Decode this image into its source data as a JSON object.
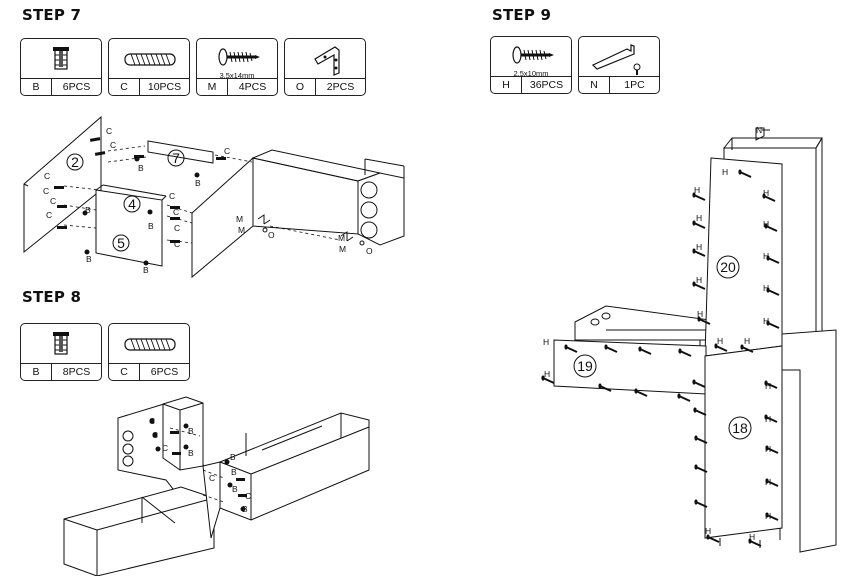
{
  "steps": [
    {
      "title": "STEP 7",
      "parts": [
        {
          "code": "B",
          "qty": "6PCS",
          "icon": "cam-lock-icon"
        },
        {
          "code": "C",
          "qty": "10PCS",
          "icon": "wood-dowel-icon"
        },
        {
          "code": "M",
          "qty": "4PCS",
          "icon": "screw-icon",
          "size": "3.5x14mm"
        },
        {
          "code": "O",
          "qty": "2PCS",
          "icon": "angle-bracket-icon"
        }
      ]
    },
    {
      "title": "STEP 8",
      "parts": [
        {
          "code": "B",
          "qty": "8PCS",
          "icon": "cam-lock-icon"
        },
        {
          "code": "C",
          "qty": "6PCS",
          "icon": "wood-dowel-icon"
        }
      ]
    },
    {
      "title": "STEP 9",
      "parts": [
        {
          "code": "H",
          "qty": "36PCS",
          "icon": "screw-icon",
          "size": "2.5x10mm"
        },
        {
          "code": "N",
          "qty": "1PC",
          "icon": "hanger-bracket-icon"
        }
      ]
    }
  ],
  "panel_numbers": {
    "p2": "2",
    "p4": "4",
    "p5": "5",
    "p7": "7",
    "p18": "18",
    "p19": "19",
    "p20": "20"
  },
  "callouts": {
    "b": "B",
    "c": "C",
    "m": "M",
    "o": "O",
    "h": "H",
    "n": "N"
  }
}
